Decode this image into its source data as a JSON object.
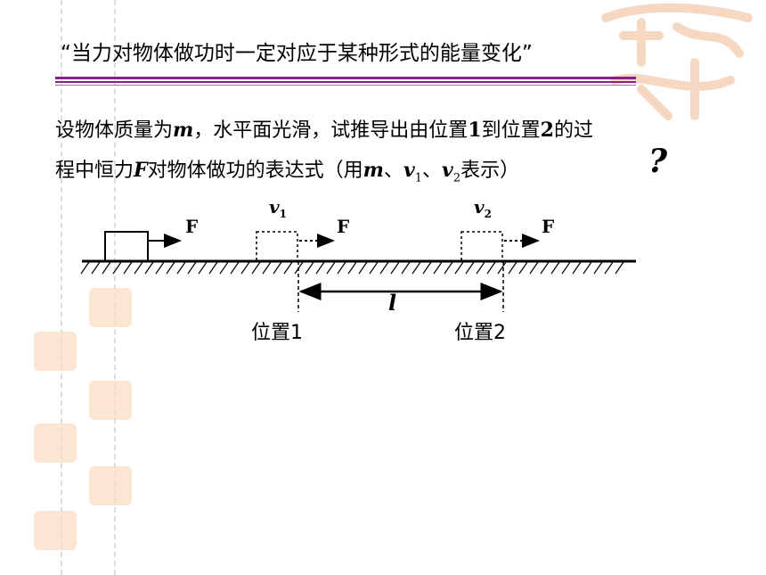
{
  "title": "“当力对物体做功时一定对应于某种形式的能量变化”",
  "problem": {
    "line1_prefix": "设物体质量为",
    "m": "m",
    "line1_mid": "，水平面光滑，试推导出由位置",
    "one": "1",
    "line1_to": "到位置",
    "two": "2",
    "line1_end": "的过",
    "line2_prefix": "程中恒力",
    "F": "F",
    "line2_mid": "对物体做功的表达式（用",
    "sep1": "、",
    "v": "v",
    "sub1": "1",
    "sep2": "、",
    "sub2": "2",
    "line2_end": "表示）",
    "question_mark": "?"
  },
  "diagram": {
    "force_label": "F",
    "v1_letter": "v",
    "v1_sub": "1",
    "v2_letter": "v",
    "v2_sub": "2",
    "distance_label": "l",
    "position1": "位置1",
    "position2": "位置2"
  },
  "colors": {
    "accent": "#8a1f86",
    "stamp": "#f3c6a8",
    "text": "#000000"
  }
}
